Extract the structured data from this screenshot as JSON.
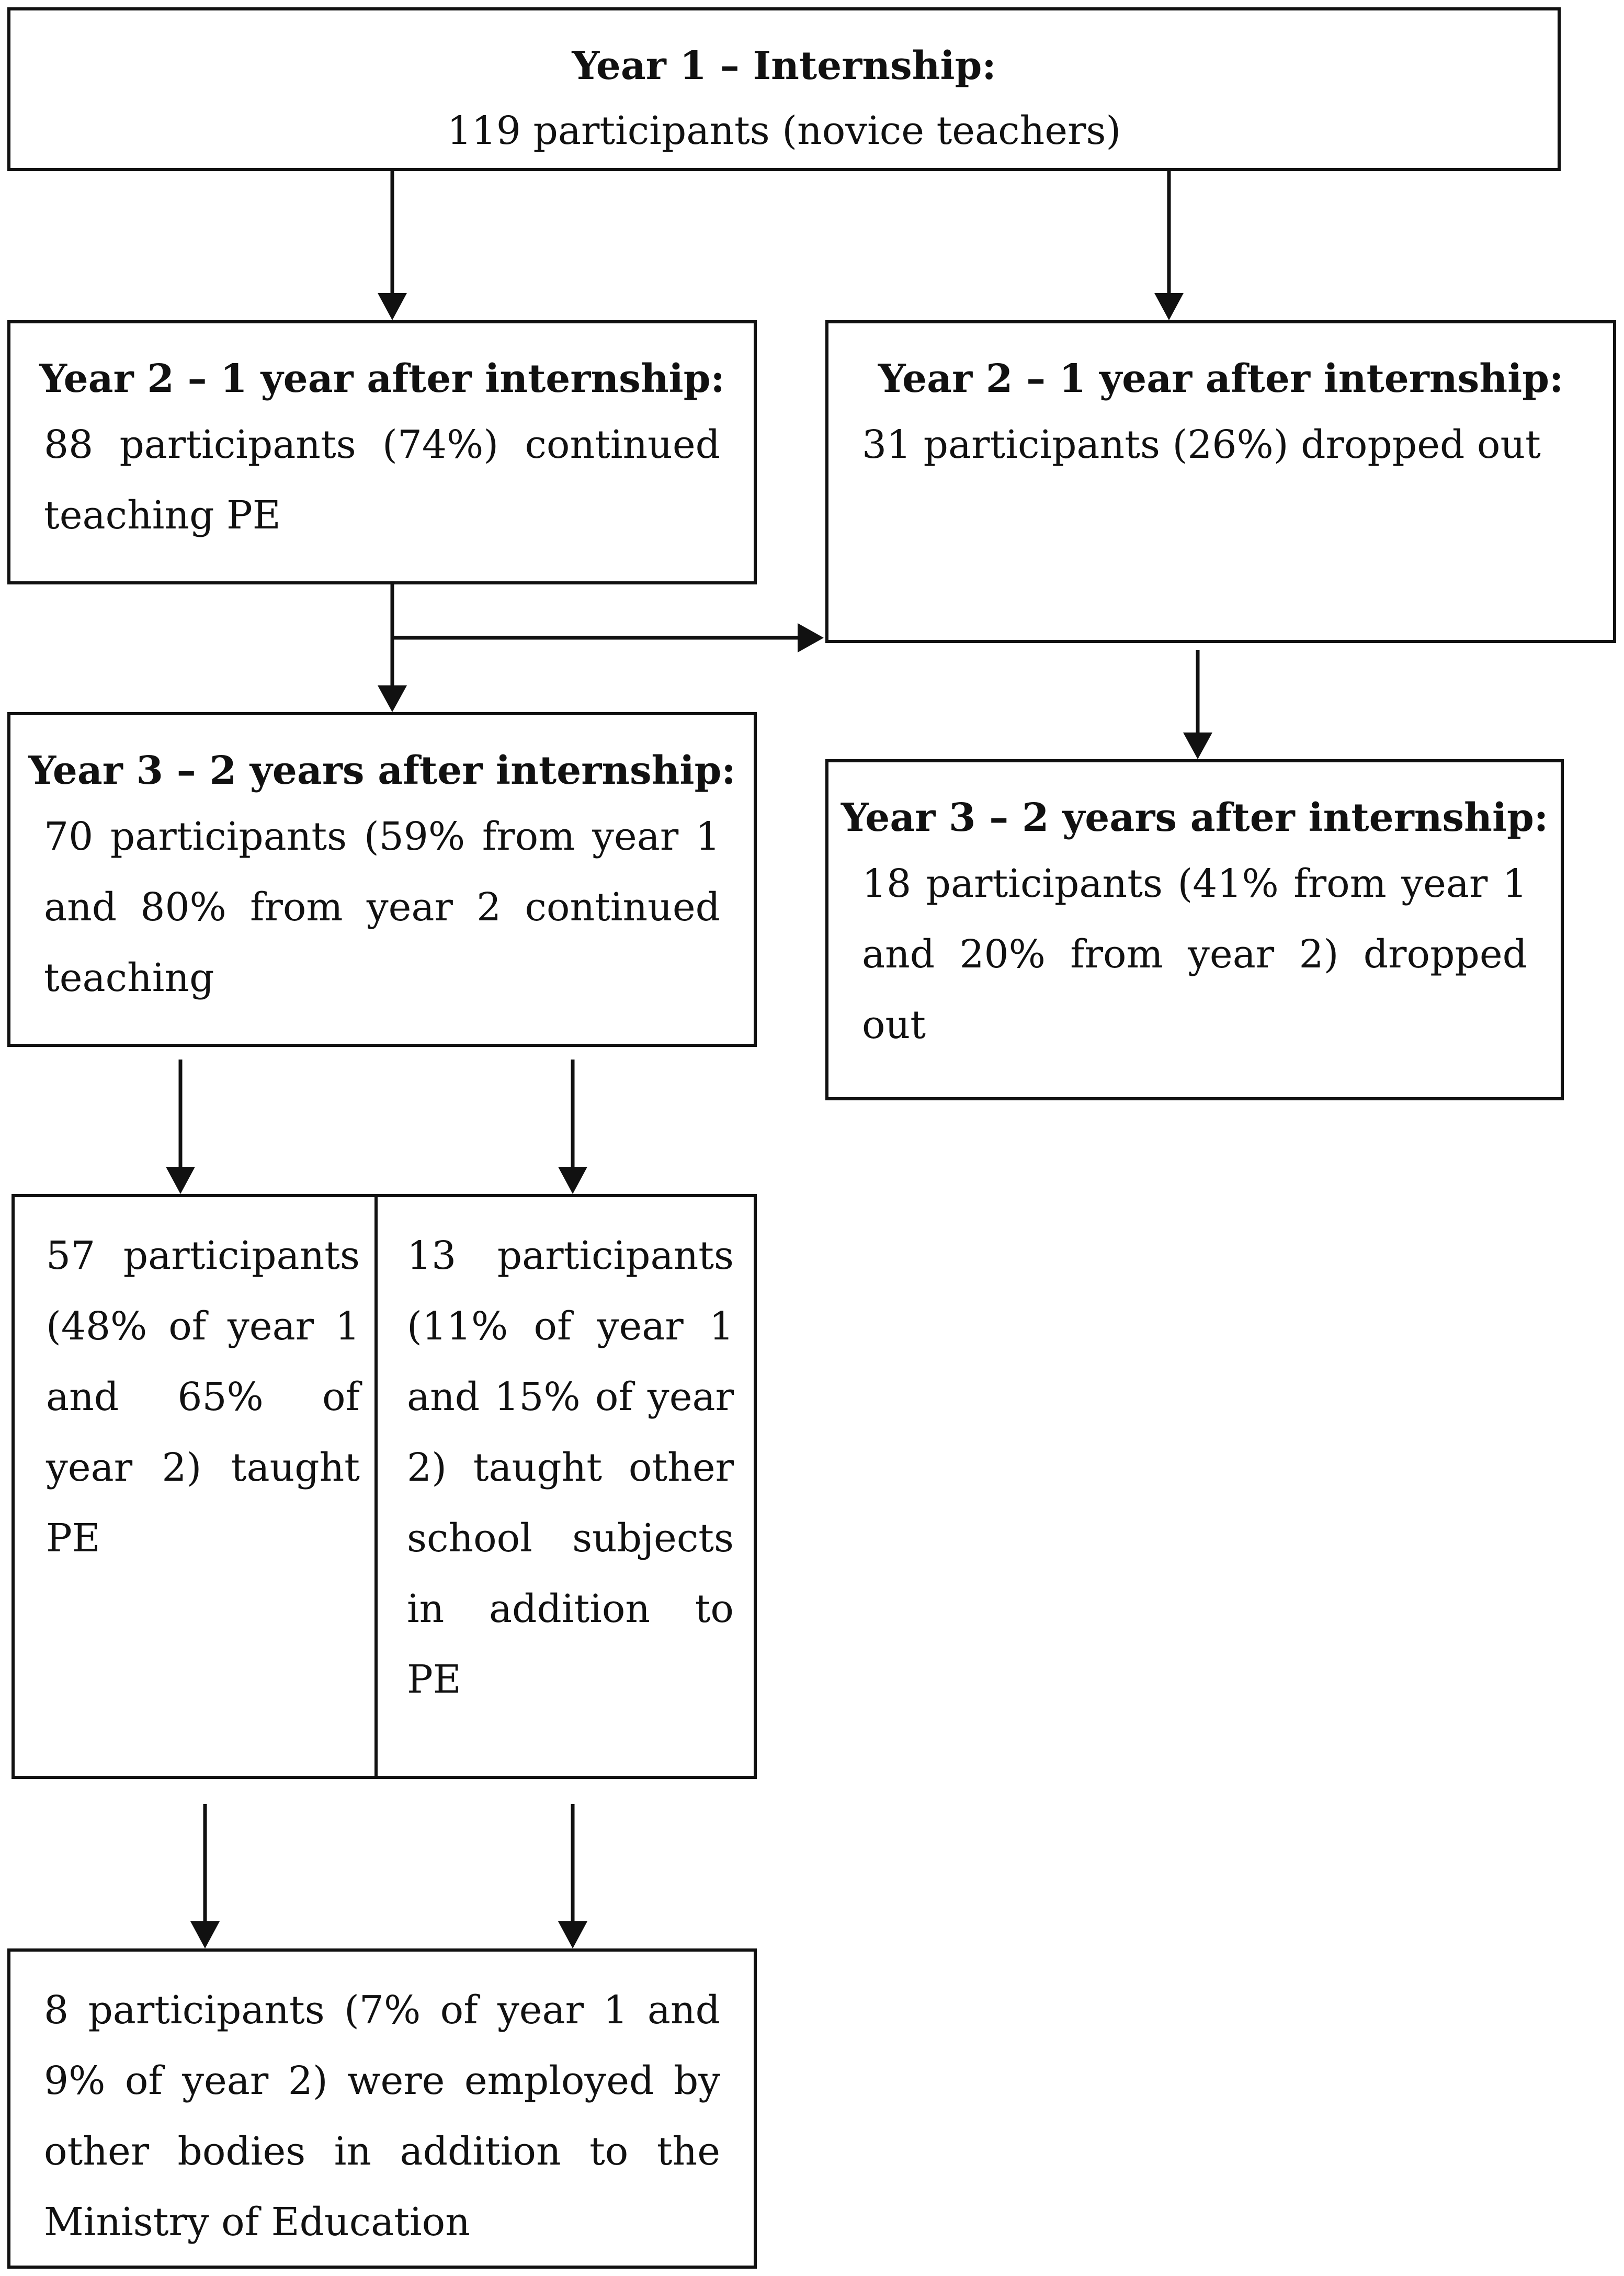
{
  "year1": {
    "heading": "Year 1 – Internship:",
    "text": "119  participants (novice teachers)"
  },
  "year2_continued": {
    "heading": "Year 2 – 1 year after internship:",
    "text": "88 participants (74%) continued teaching PE"
  },
  "year2_dropped": {
    "heading": "Year 2 – 1 year after internship:",
    "text": "31 participants (26%) dropped out"
  },
  "year3_continued": {
    "heading": "Year 3 – 2 years after internship:",
    "text": "70 participants (59% from year 1 and 80% from year 2 continued teaching"
  },
  "year3_dropped": {
    "heading": "Year 3 – 2 years after internship:",
    "text": "18 participants (41% from year 1 and 20% from year 2) dropped out"
  },
  "taught_pe": {
    "text": "57 participants (48% of year 1 and 65% of year 2) taught PE"
  },
  "taught_other": {
    "text": "13 participants (11% of year 1 and 15% of year 2) taught other school subjects in addition to PE"
  },
  "employed_other": {
    "text": "8 participants (7% of year 1 and 9% of year 2) were employed by other bodies in addition to the Ministry of Education"
  }
}
